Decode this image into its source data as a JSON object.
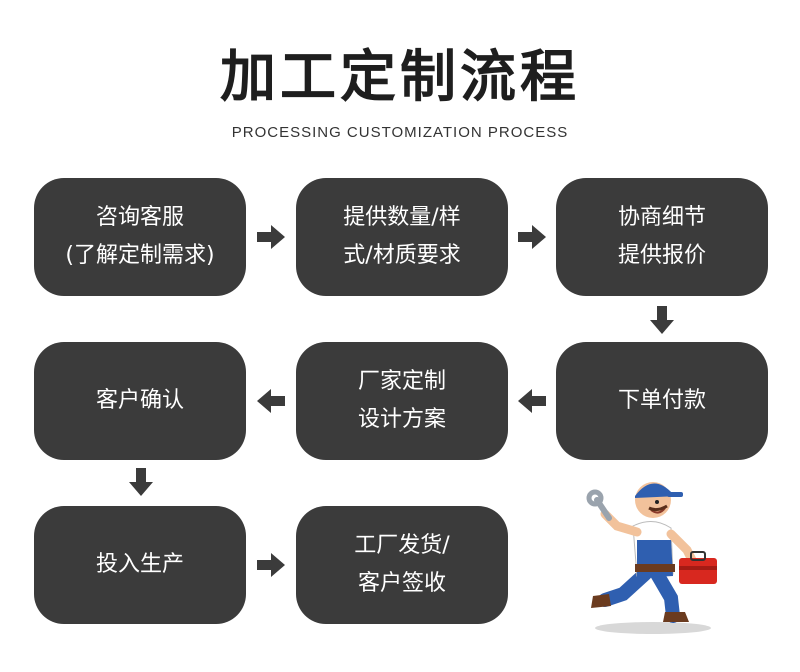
{
  "header": {
    "title": "加工定制流程",
    "subtitle": "PROCESSING CUSTOMIZATION PROCESS"
  },
  "steps": [
    {
      "line1": "咨询客服",
      "line2": "(了解定制需求)"
    },
    {
      "line1": "提供数量/样",
      "line2": "式/材质要求"
    },
    {
      "line1": "协商细节",
      "line2": "提供报价"
    },
    {
      "line1": "下单付款",
      "line2": ""
    },
    {
      "line1": "厂家定制",
      "line2": "设计方案"
    },
    {
      "line1": "客户确认",
      "line2": ""
    },
    {
      "line1": "投入生产",
      "line2": ""
    },
    {
      "line1": "工厂发货/",
      "line2": "客户签收"
    }
  ],
  "colors": {
    "box": "#3b3b3b",
    "arrow": "#3b3b3b",
    "text": "#ffffff",
    "title": "#1e1e1e"
  },
  "icons": {
    "arrow": "arrow-icon",
    "mascot": "worker-mascot-illustration"
  }
}
